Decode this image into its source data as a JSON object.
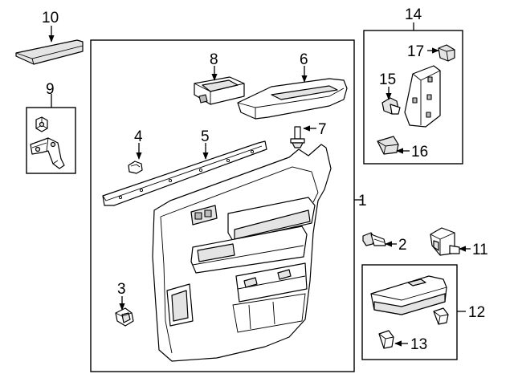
{
  "callouts": {
    "c1": "1",
    "c2": "2",
    "c3": "3",
    "c4": "4",
    "c5": "5",
    "c6": "6",
    "c7": "7",
    "c8": "8",
    "c9": "9",
    "c10": "10",
    "c11": "11",
    "c12": "12",
    "c13": "13",
    "c14": "14",
    "c15": "15",
    "c16": "16",
    "c17": "17"
  },
  "icons": {
    "door_trim_panel": "door-trim-panel-icon",
    "armrest": "armrest-icon",
    "switch_bezel": "switch-bezel-icon",
    "molding_strip": "molding-strip-icon",
    "clip": "clip-icon",
    "screw": "screw-icon",
    "bracket": "bracket-icon",
    "cover_trim": "cover-trim-icon"
  },
  "colors": {
    "line": "#000000",
    "fill": "#ffffff",
    "shade": "#e4e4e4",
    "dark_shade": "#bcbcbc"
  }
}
